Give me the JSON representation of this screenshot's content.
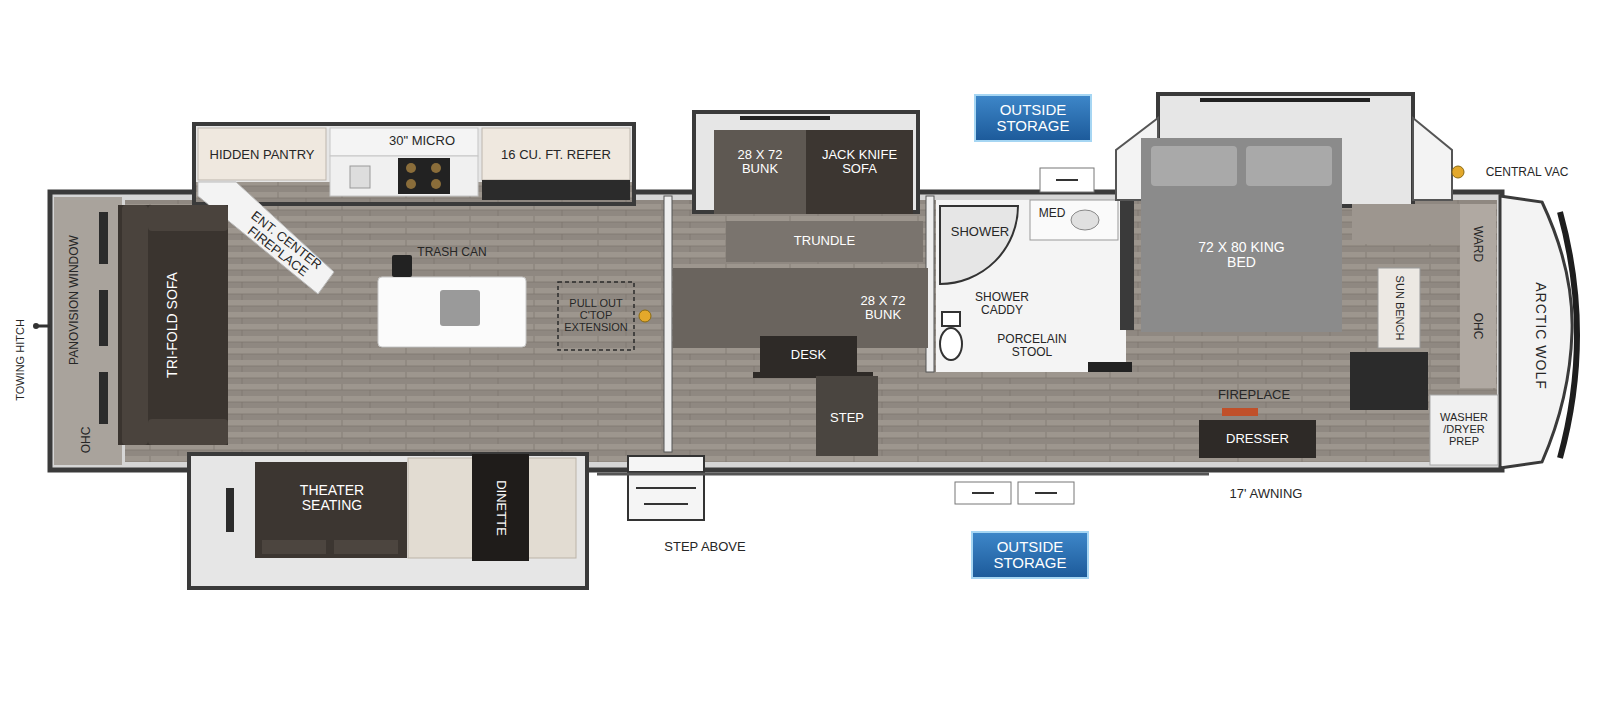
{
  "diagram": {
    "nodes": [
      {
        "text": [
          "OUTSIDE STORAGE"
        ]
      },
      {
        "text": [
          "28 X 72 BUNK"
        ]
      },
      {
        "text": [
          "JACK KNIFE SOFA"
        ]
      },
      {
        "text": [
          "72 X 80 KING BED"
        ]
      },
      {
        "text": [
          "TRUNDLE"
        ]
      },
      {
        "text": [
          "TRI-FOLD SOFA"
        ]
      },
      {
        "text": [
          "28 X 72 BUNK"
        ]
      },
      {
        "text": [
          "DESK"
        ]
      },
      {
        "text": [
          "DRESSER"
        ]
      },
      {
        "text": [
          "DINETTE"
        ]
      },
      {
        "text": [
          "OUTSIDE STORAGE"
        ]
      }
    ],
    "labels": [
      "HIDDEN PANTRY",
      "30\" MICRO",
      "16 CU. FT. REFER",
      "ENT. CENTER FIREPLACE",
      "TRASH CAN",
      "PULL OUT C'TOP EXTENSION",
      "STEP",
      "STEP ABOVE",
      "SHOWER",
      "MED",
      "SHOWER CADDY",
      "PORCELAIN STOOL",
      "CENTRAL VAC",
      "WARD",
      "SUN BENCH",
      "OHC",
      "WASHER /DRYER PREP",
      "FIREPLACE",
      "17' AWNING",
      "THEATER SEATING",
      "PANOVISION WINDOW",
      "OHC",
      "TOWING HITCH",
      "ARCTIC WOLF"
    ]
  }
}
